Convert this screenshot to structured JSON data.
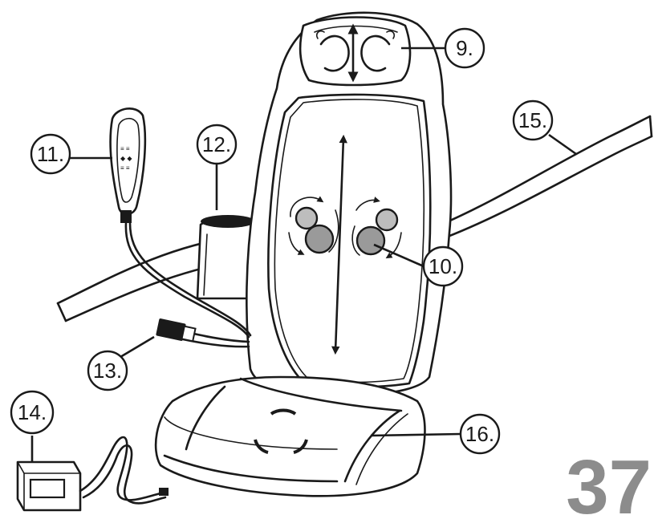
{
  "page_number": "37",
  "callouts": [
    {
      "id": "c9",
      "label": "9."
    },
    {
      "id": "c10",
      "label": "10."
    },
    {
      "id": "c11",
      "label": "11."
    },
    {
      "id": "c12",
      "label": "12."
    },
    {
      "id": "c13",
      "label": "13."
    },
    {
      "id": "c14",
      "label": "14."
    },
    {
      "id": "c15",
      "label": "15."
    },
    {
      "id": "c16",
      "label": "16."
    }
  ],
  "colors": {
    "line": "#1a1a1a",
    "page_number": "#8c8c8c",
    "ball": "#9a9a9a"
  }
}
